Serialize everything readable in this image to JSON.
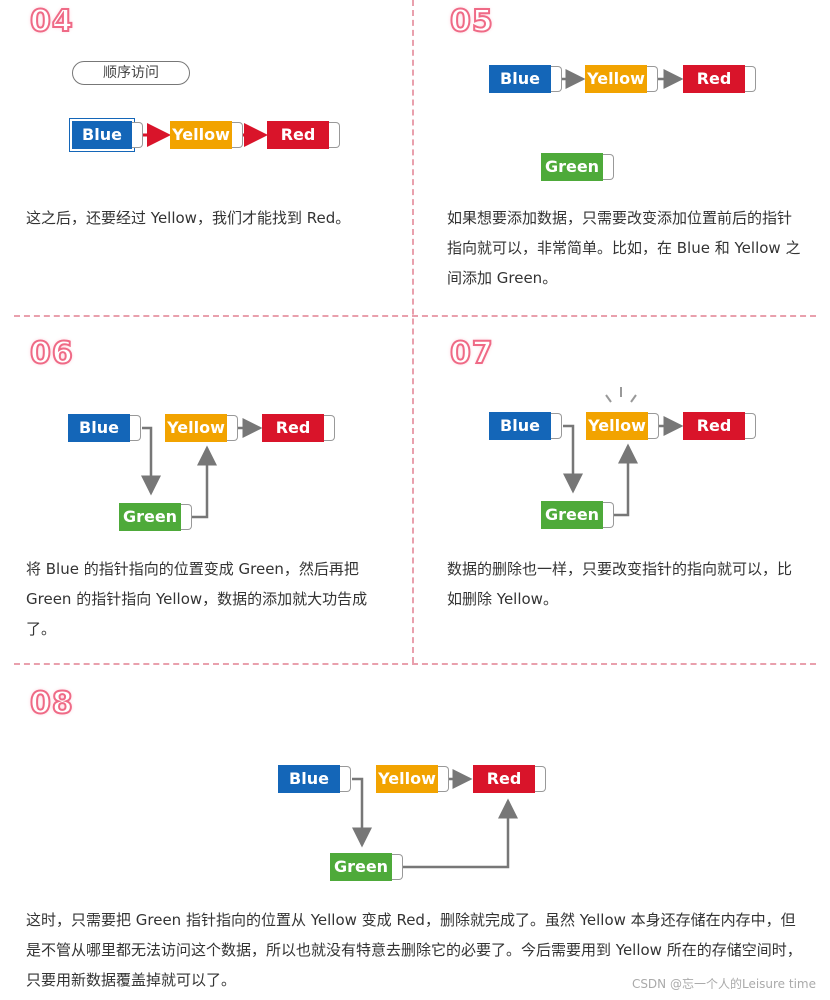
{
  "panels": {
    "p04": {
      "num": "04",
      "pill": "顺序访问",
      "nodes": {
        "blue": "Blue",
        "yellow": "Yellow",
        "red": "Red"
      },
      "desc": "这之后，还要经过 Yellow，我们才能找到 Red。"
    },
    "p05": {
      "num": "05",
      "nodes": {
        "blue": "Blue",
        "yellow": "Yellow",
        "red": "Red",
        "green": "Green"
      },
      "desc": "如果想要添加数据，只需要改变添加位置前后的指针指向就可以，非常简单。比如，在 Blue 和 Yellow 之间添加 Green。"
    },
    "p06": {
      "num": "06",
      "nodes": {
        "blue": "Blue",
        "yellow": "Yellow",
        "red": "Red",
        "green": "Green"
      },
      "desc": "将 Blue 的指针指向的位置变成 Green，然后再把 Green 的指针指向 Yellow，数据的添加就大功告成了。"
    },
    "p07": {
      "num": "07",
      "nodes": {
        "blue": "Blue",
        "yellow": "Yellow",
        "red": "Red",
        "green": "Green"
      },
      "desc": "数据的删除也一样，只要改变指针的指向就可以，比如删除 Yellow。"
    },
    "p08": {
      "num": "08",
      "nodes": {
        "blue": "Blue",
        "yellow": "Yellow",
        "red": "Red",
        "green": "Green"
      },
      "desc": "这时，只需要把 Green 指针指向的位置从 Yellow 变成 Red，删除就完成了。虽然 Yellow 本身还存储在内存中，但是不管从哪里都无法访问这个数据，所以也就没有特意去删除它的必要了。今后需要用到 Yellow 所在的存储空间时，只要用新数据覆盖掉就可以了。"
    }
  },
  "watermark": "CSDN @忘一个人的Leisure time",
  "colors": {
    "blue": "#1466b8",
    "yellow": "#f2a300",
    "red": "#d9142a",
    "green": "#4eaa3a",
    "accent": "#ef6a86"
  }
}
